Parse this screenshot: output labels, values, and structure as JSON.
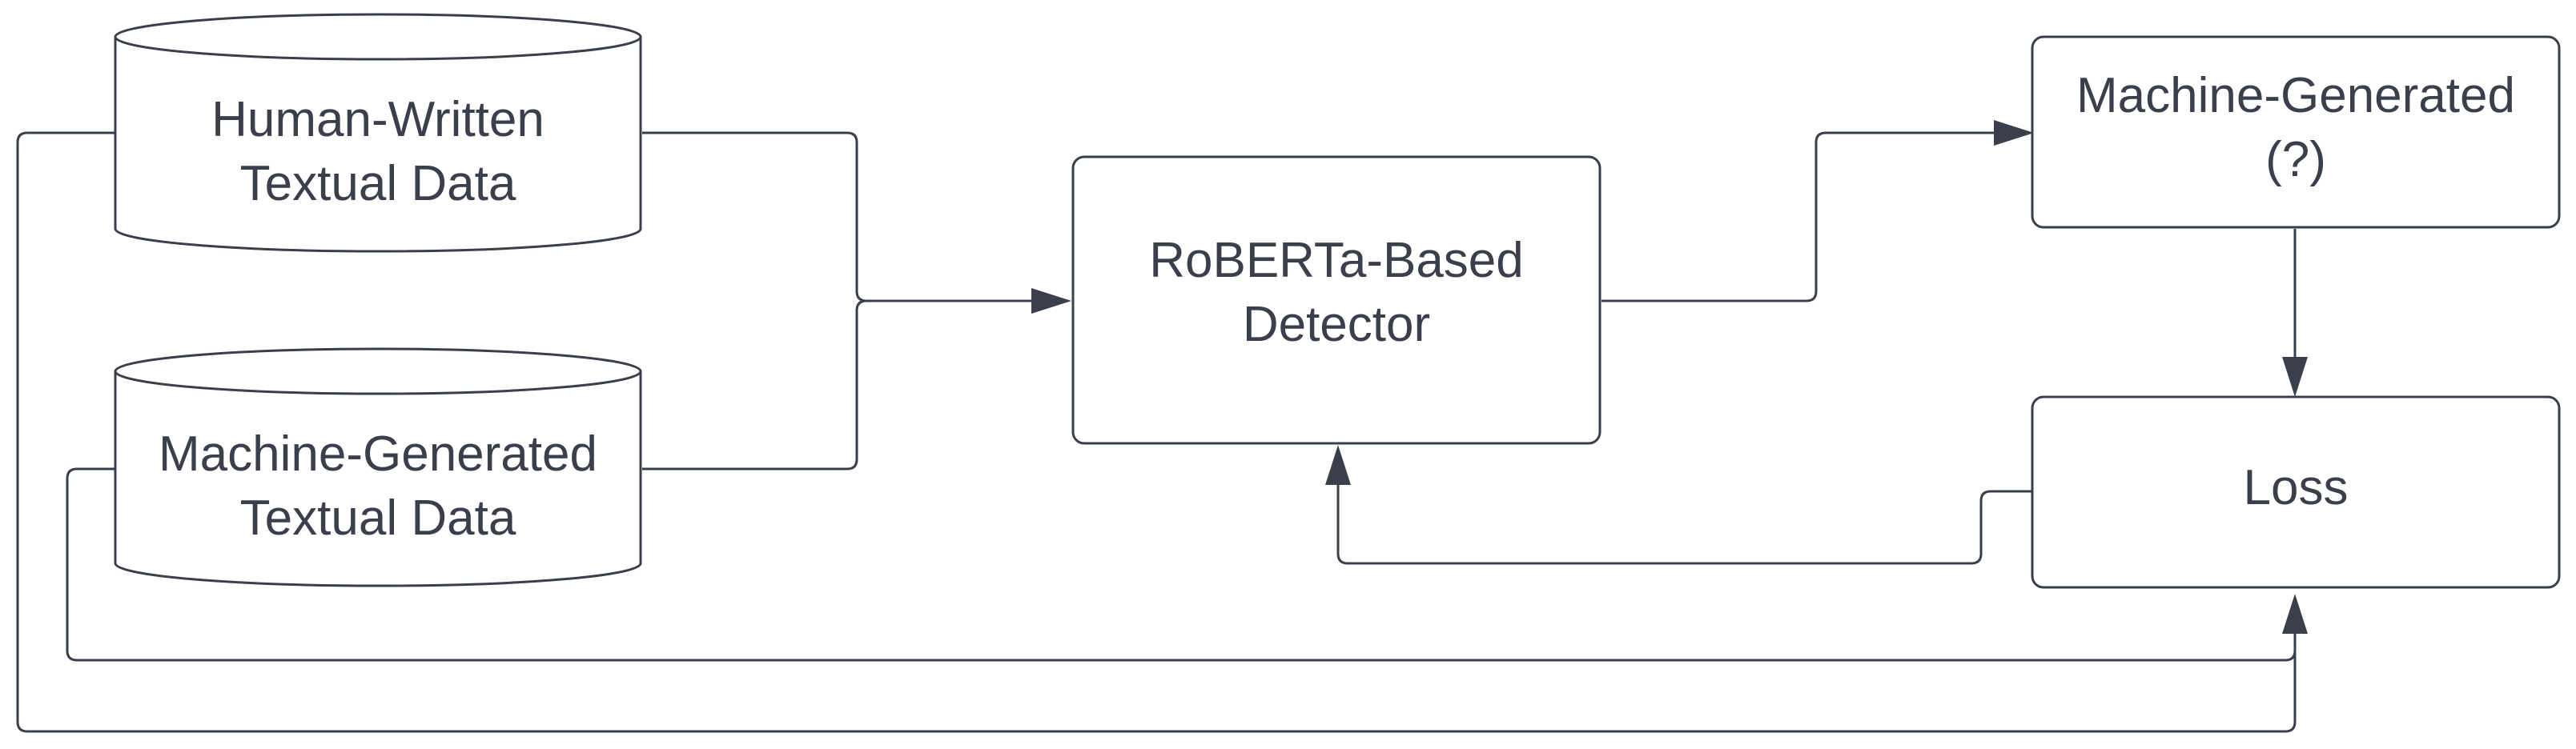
{
  "nodes": {
    "human_data": {
      "line1": "Human-Written",
      "line2": "Textual Data"
    },
    "machine_data": {
      "line1": "Machine-Generated",
      "line2": "Textual Data"
    },
    "detector": {
      "line1": "RoBERTa-Based",
      "line2": "Detector"
    },
    "prediction": {
      "line1": "Machine-Generated",
      "line2": "(?)"
    },
    "loss": {
      "line1": "Loss"
    }
  },
  "colors": {
    "stroke": "#3a3f4b",
    "text": "#3a3f4b",
    "fill": "#ffffff"
  }
}
